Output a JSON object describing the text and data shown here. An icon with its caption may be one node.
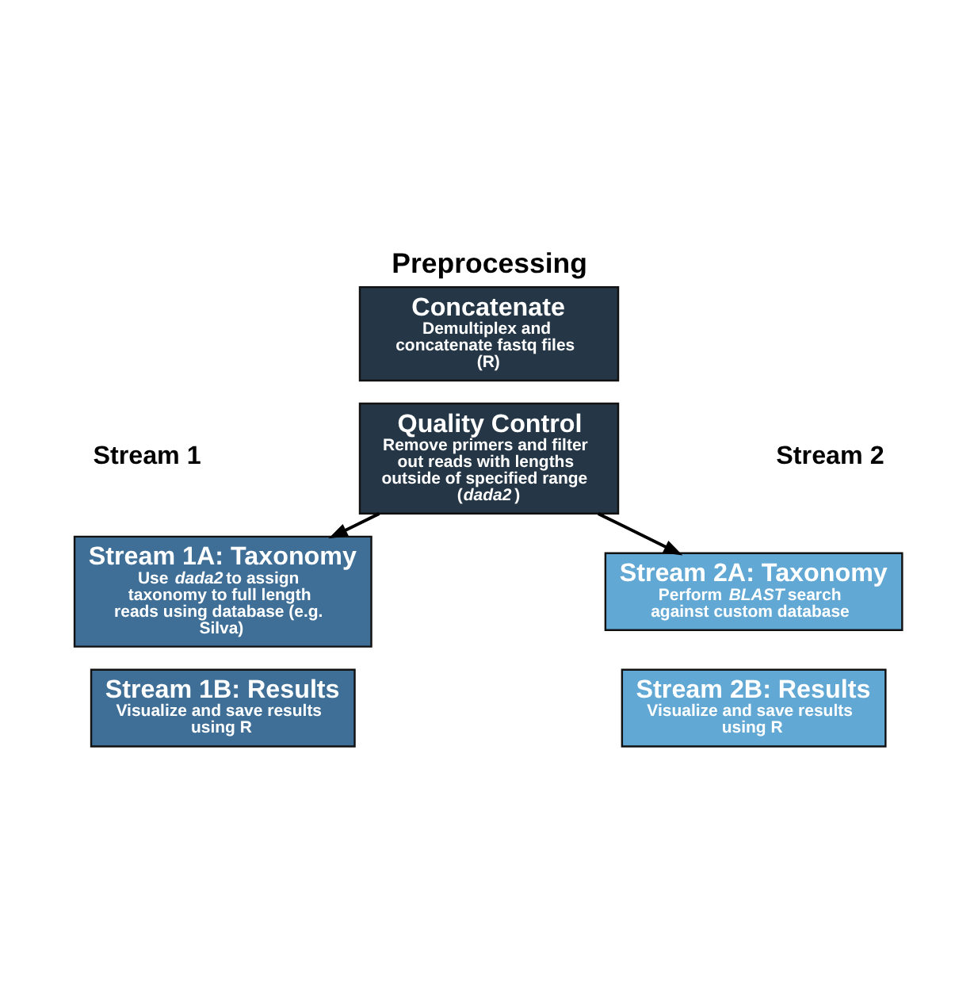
{
  "diagram": {
    "title": "Preprocessing",
    "nodes": [
      {
        "text": [
          "Concatenate",
          "Demultiplex and concatenate fastq files (R)"
        ]
      },
      {
        "text": [
          "Quality Control",
          "Remove primers and filter out reads with lengths outside of specified range (*dada2*)"
        ]
      },
      {
        "text": [
          "Stream 1A: Taxonomy",
          "Use *dada2* to assign taxonomy to full length reads using database (e.g. Silva)"
        ]
      },
      {
        "text": [
          "Stream 1B: Results",
          "Visualize and save results using R"
        ]
      },
      {
        "text": [
          "Stream 2A: Taxonomy",
          "Perform *BLAST* search against custom database"
        ]
      },
      {
        "text": [
          "Stream 2B: Results",
          "Visualize and save results using R"
        ]
      }
    ],
    "edges": [
      {
        "from": 1,
        "to": 2,
        "arrow": "to"
      },
      {
        "from": 1,
        "to": 4,
        "arrow": "to"
      }
    ],
    "labels": [
      "Stream 1",
      "Stream 2"
    ]
  }
}
